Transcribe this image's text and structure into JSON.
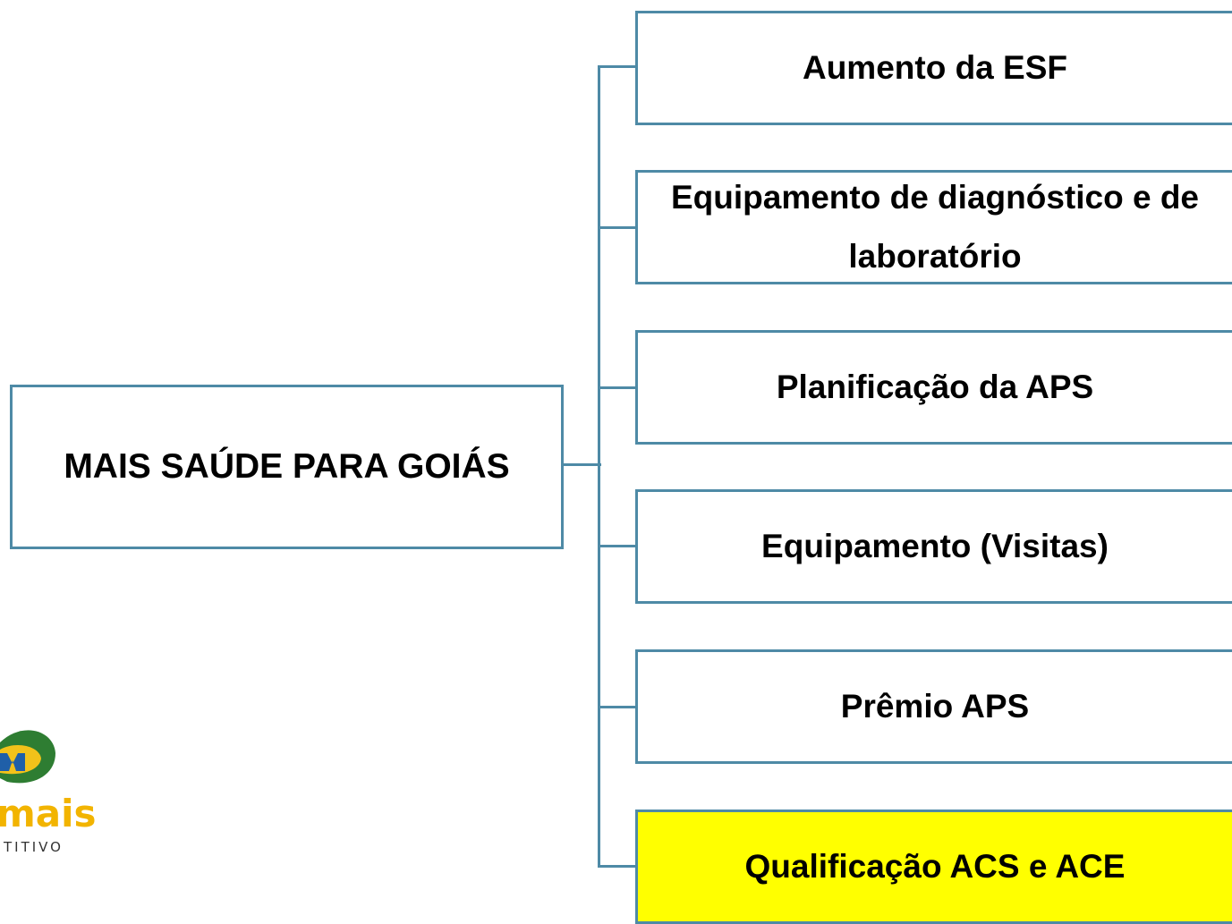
{
  "root": {
    "label": "MAIS SAÚDE PARA GOIÁS"
  },
  "children": [
    {
      "label": "Aumento da ESF"
    },
    {
      "label": "Equipamento de diagnóstico e de laboratório"
    },
    {
      "label": "Planificação da APS"
    },
    {
      "label": "Equipamento (Visitas)"
    },
    {
      "label": "Prêmio APS"
    },
    {
      "label": "Qualificação ACS e ACE"
    }
  ],
  "colors": {
    "border": "#4e8aa6",
    "highlight": "#ffff00"
  },
  "logo": {
    "text": "mais",
    "subtext": "TITIVO"
  }
}
